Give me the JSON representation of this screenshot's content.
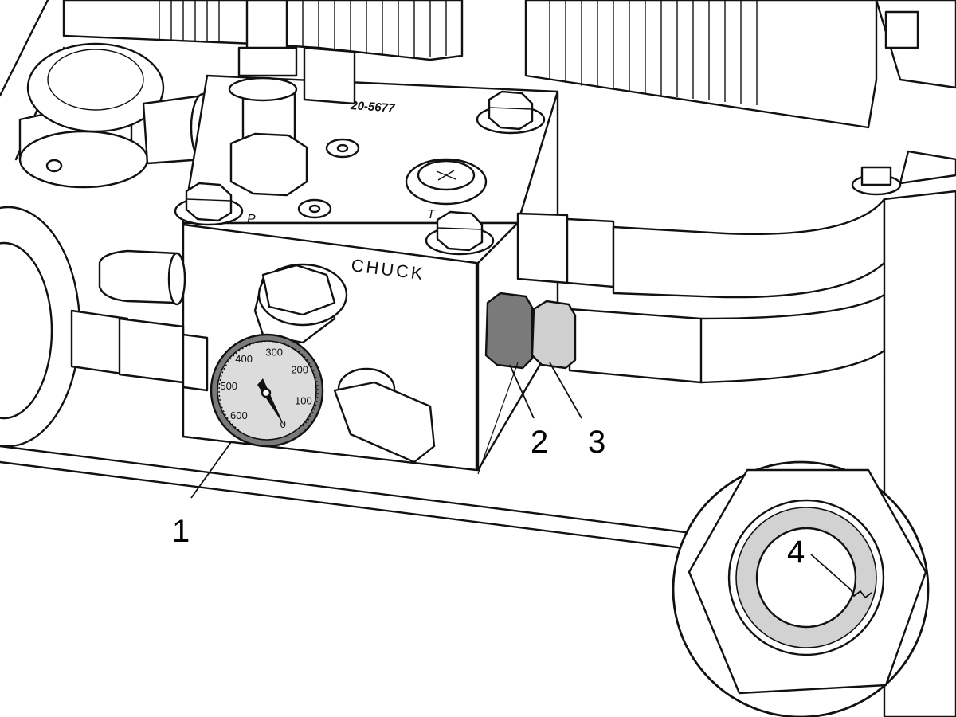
{
  "block": {
    "label": "CHUCK",
    "part_number": "20-5677",
    "port_p": "P",
    "port_t": "T"
  },
  "gauge": {
    "scale": [
      "0",
      "100",
      "200",
      "300",
      "400",
      "500",
      "600"
    ]
  },
  "callouts": [
    "1",
    "2",
    "3",
    "4"
  ],
  "colors": {
    "dark_fitting": "#7a7a7a",
    "light_fitting": "#cfcfcf",
    "gauge_face": "#dcdcdc",
    "seal_ring": "#d2d2d2"
  }
}
